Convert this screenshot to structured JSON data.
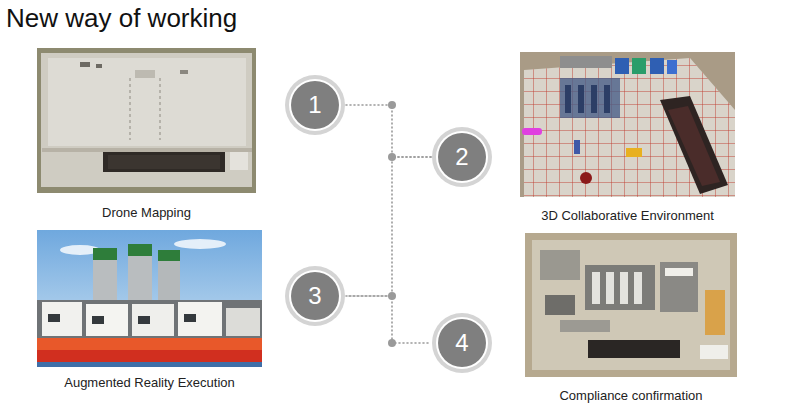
{
  "diagram": {
    "title": "New way of working",
    "nodes": [
      {
        "text": [
          "Drone Mapping"
        ]
      },
      {
        "text": [
          "1"
        ]
      },
      {
        "text": [
          "2"
        ]
      },
      {
        "text": [
          "3D Collaborative Environment"
        ]
      },
      {
        "text": [
          "Augmented Reality Execution"
        ]
      },
      {
        "text": [
          "3"
        ]
      },
      {
        "text": [
          "4"
        ]
      },
      {
        "text": [
          "Compliance confirmation"
        ]
      }
    ],
    "edges": [
      {
        "from": 1,
        "to": 2,
        "arrow": "none"
      },
      {
        "from": 2,
        "to": 5,
        "arrow": "none"
      },
      {
        "from": 5,
        "to": 6,
        "arrow": "none"
      }
    ]
  }
}
